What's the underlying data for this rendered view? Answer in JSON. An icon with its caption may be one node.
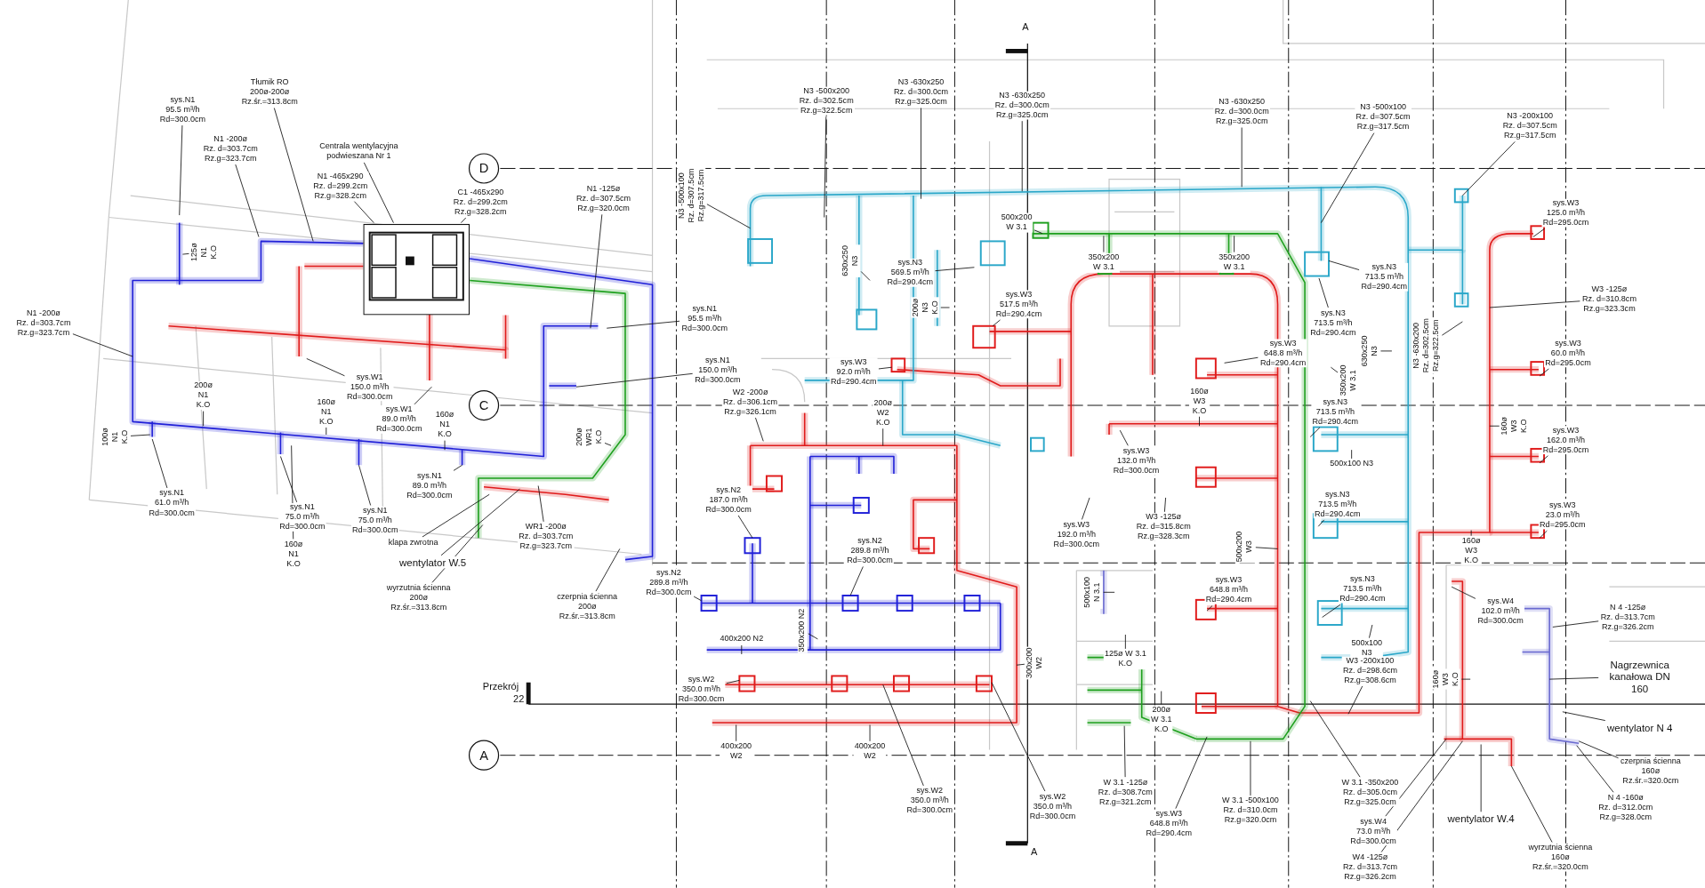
{
  "diagram": {
    "nodes": [
      {
        "text": [
          "Tłumik RO",
          "200ø-200ø",
          "Rz.śr.=313.8cm"
        ]
      },
      {
        "text": [
          "sys.N1",
          "95.5 m³/h",
          "Rd=300.0cm"
        ]
      },
      {
        "text": [
          "N1 -200ø",
          "Rz. d=303.7cm",
          "Rz.g=323.7cm"
        ]
      },
      {
        "text": [
          "Centrala wentylacyjna",
          "podwieszana Nr 1"
        ]
      },
      {
        "text": [
          "N1 -465x290",
          "Rz. d=299.2cm",
          "Rz.g=328.2cm"
        ]
      },
      {
        "text": [
          "C1 -465x290",
          "Rz. d=299.2cm",
          "Rz.g=328.2cm"
        ]
      },
      {
        "text": [
          "N1 -125ø",
          "Rz. d=307.5cm",
          "Rz.g=320.0cm"
        ]
      },
      {
        "text": [
          "125ø",
          "N1",
          "K.O"
        ]
      },
      {
        "text": [
          "N1 -200ø",
          "Rz. d=303.7cm",
          "Rz.g=323.7cm"
        ]
      },
      {
        "text": [
          "sys.N1",
          "95.5 m³/h",
          "Rd=300.0cm"
        ]
      },
      {
        "text": [
          "sys.W1",
          "150.0 m³/h",
          "Rd=300.0cm"
        ]
      },
      {
        "text": [
          "200ø",
          "N1",
          "K.O"
        ]
      },
      {
        "text": [
          "sys.N1",
          "150.0 m³/h",
          "Rd=300.0cm"
        ]
      },
      {
        "text": [
          "160ø",
          "N1",
          "K.O"
        ]
      },
      {
        "text": [
          "sys.W1",
          "89.0 m³/h",
          "Rd=300.0cm"
        ]
      },
      {
        "text": [
          "160ø",
          "N1",
          "K.O"
        ]
      },
      {
        "text": [
          "100ø",
          "N1",
          "K.O"
        ]
      },
      {
        "text": [
          "200ø",
          "WR1",
          "K.O"
        ]
      },
      {
        "text": [
          "sys.N1",
          "61.0 m³/h",
          "Rd=300.0cm"
        ]
      },
      {
        "text": [
          "sys.N1",
          "75.0 m³/h",
          "Rd=300.0cm"
        ]
      },
      {
        "text": [
          "sys.N1",
          "75.0 m³/h",
          "Rd=300.0cm"
        ]
      },
      {
        "text": [
          "sys.N1",
          "89.0 m³/h",
          "Rd=300.0cm"
        ]
      },
      {
        "text": [
          "160ø",
          "N1",
          "K.O"
        ]
      },
      {
        "text": [
          "klapa zwrotna"
        ]
      },
      {
        "text": [
          "WR1 -200ø",
          "Rz. d=303.7cm",
          "Rz.g=323.7cm"
        ]
      },
      {
        "text": [
          "wentylator W.5"
        ]
      },
      {
        "text": [
          "wyrzutnia ścienna",
          "200ø",
          "Rz.śr.=313.8cm"
        ]
      },
      {
        "text": [
          "czerpnia ścienna",
          "200ø",
          "Rz.śr.=313.8cm"
        ]
      },
      {
        "text": [
          "sys.N2",
          "289.8 m³/h",
          "Rd=300.0cm"
        ]
      },
      {
        "text": [
          "D"
        ]
      },
      {
        "text": [
          "C"
        ]
      },
      {
        "text": [
          "A"
        ]
      },
      {
        "text": [
          "N3 -500x200",
          "Rz. d=302.5cm",
          "Rz.g=322.5cm"
        ]
      },
      {
        "text": [
          "N3 -630x250",
          "Rz. d=300.0cm",
          "Rz.g=325.0cm"
        ]
      },
      {
        "text": [
          "N3 -630x250",
          "Rz. d=300.0cm",
          "Rz.g=325.0cm"
        ]
      },
      {
        "text": [
          "N3 -500x100",
          "Rz. d=307.5cm",
          "Rz.g=317.5cm"
        ]
      },
      {
        "text": [
          "630x250",
          "N3"
        ]
      },
      {
        "text": [
          "sys.N3",
          "569.5 m³/h",
          "Rd=290.4cm"
        ]
      },
      {
        "text": [
          "500x200",
          "W 3.1"
        ]
      },
      {
        "text": [
          "200ø",
          "N3",
          "K.O"
        ]
      },
      {
        "text": [
          "350x200",
          "W 3.1"
        ]
      },
      {
        "text": [
          "350x200",
          "W 3.1"
        ]
      },
      {
        "text": [
          "sys.W3",
          "517.5 m³/h",
          "Rd=290.4cm"
        ]
      },
      {
        "text": [
          "sys.W3",
          "92.0 m³/h",
          "Rd=290.4cm"
        ]
      },
      {
        "text": [
          "W2 -200ø",
          "Rz. d=306.1cm",
          "Rz.g=326.1cm"
        ]
      },
      {
        "text": [
          "200ø",
          "W2",
          "K.O"
        ]
      },
      {
        "text": [
          "sys.W3",
          "648.8 m³/h",
          "Rd=290.4cm"
        ]
      },
      {
        "text": [
          "160ø",
          "W3",
          "K.O"
        ]
      },
      {
        "text": [
          "sys.W3",
          "132.0 m³/h",
          "Rd=300.0cm"
        ]
      },
      {
        "text": [
          "sys.N2",
          "187.0 m³/h",
          "Rd=300.0cm"
        ]
      },
      {
        "text": [
          "sys.W3",
          "192.0 m³/h",
          "Rd=300.0cm"
        ]
      },
      {
        "text": [
          "W3 -125ø",
          "Rz. d=315.8cm",
          "Rz.g=328.3cm"
        ]
      },
      {
        "text": [
          "sys.N2",
          "289.8 m³/h",
          "Rd=300.0cm"
        ]
      },
      {
        "text": [
          "500x100",
          "N 3.1"
        ]
      },
      {
        "text": [
          "400x200 N2"
        ]
      },
      {
        "text": [
          "350x200 N2"
        ]
      },
      {
        "text": [
          "sys.W2",
          "350.0 m³/h",
          "Rd=300.0cm"
        ]
      },
      {
        "text": [
          "300x200",
          "W2"
        ]
      },
      {
        "text": [
          "125ø W 3.1",
          "K.O"
        ]
      },
      {
        "text": [
          "200ø",
          "W 3.1",
          "K.O"
        ]
      },
      {
        "text": [
          "400x200",
          "W2"
        ]
      },
      {
        "text": [
          "400x200",
          "W2"
        ]
      },
      {
        "text": [
          "W 3.1 -125ø",
          "Rz. d=308.7cm",
          "Rz.g=321.2cm"
        ]
      },
      {
        "text": [
          "sys.W2",
          "350.0 m³/h",
          "Rd=300.0cm"
        ]
      },
      {
        "text": [
          "sys.W2",
          "350.0 m³/h",
          "Rd=300.0cm"
        ]
      },
      {
        "text": [
          "sys.W3",
          "648.8 m³/h",
          "Rd=290.4cm"
        ]
      },
      {
        "text": [
          "W 3.1 -500x100",
          "Rz. d=310.0cm",
          "Rz.g=320.0cm"
        ]
      },
      {
        "text": [
          "500x200",
          "W3"
        ]
      },
      {
        "text": [
          "sys.W3",
          "648.8 m³/h",
          "Rd=290.4cm"
        ]
      },
      {
        "text": [
          "N3 -630x250",
          "Rz. d=300.0cm",
          "Rz.g=325.0cm"
        ]
      },
      {
        "text": [
          "N3 -500x100",
          "Rz. d=307.5cm",
          "Rz.g=317.5cm"
        ]
      },
      {
        "text": [
          "N3 -200x100",
          "Rz. d=307.5cm",
          "Rz.g=317.5cm"
        ]
      },
      {
        "text": [
          "sys.W3",
          "125.0 m³/h",
          "Rd=295.0cm"
        ]
      },
      {
        "text": [
          "sys.N3",
          "713.5 m³/h",
          "Rd=290.4cm"
        ]
      },
      {
        "text": [
          "W3 -125ø",
          "Rz. d=310.8cm",
          "Rz.g=323.3cm"
        ]
      },
      {
        "text": [
          "sys.N3",
          "713.5 m³/h",
          "Rd=290.4cm"
        ]
      },
      {
        "text": [
          "630x250",
          "N3"
        ]
      },
      {
        "text": [
          "N3 -630x200",
          "Rz. d=302.5cm",
          "Rz.g=322.5cm"
        ]
      },
      {
        "text": [
          "350x200",
          "W 3.1"
        ]
      },
      {
        "text": [
          "sys.W3",
          "60.0 m³/h",
          "Rd=295.0cm"
        ]
      },
      {
        "text": [
          "sys.N3",
          "713.5 m³/h",
          "Rd=290.4cm"
        ]
      },
      {
        "text": [
          "500x100 N3"
        ]
      },
      {
        "text": [
          "160ø",
          "W3",
          "K.O"
        ]
      },
      {
        "text": [
          "sys.W3",
          "162.0 m³/h",
          "Rd=295.0cm"
        ]
      },
      {
        "text": [
          "sys.N3",
          "713.5 m³/h",
          "Rd=290.4cm"
        ]
      },
      {
        "text": [
          "sys.W3",
          "23.0 m³/h",
          "Rd=295.0cm"
        ]
      },
      {
        "text": [
          "160ø",
          "W3",
          "K.O"
        ]
      },
      {
        "text": [
          "sys.N3",
          "713.5 m³/h",
          "Rd=290.4cm"
        ]
      },
      {
        "text": [
          "500x100",
          "N3"
        ]
      },
      {
        "text": [
          "W3 -200x100",
          "Rz. d=298.6cm",
          "Rz.g=308.6cm"
        ]
      },
      {
        "text": [
          "sys.W4",
          "102.0 m³/h",
          "Rd=300.0cm"
        ]
      },
      {
        "text": [
          "N 4 -125ø",
          "Rz. d=313.7cm",
          "Rz.g=326.2cm"
        ]
      },
      {
        "text": [
          "160ø",
          "W3",
          "K.O"
        ]
      },
      {
        "text": [
          "Nagrzewnica kanałowa DN 160"
        ]
      },
      {
        "text": [
          "wentylator N 4"
        ]
      },
      {
        "text": [
          "czerpnia ścienna",
          "160ø",
          "Rz.śr.=320.0cm"
        ]
      },
      {
        "text": [
          "N 4 -160ø",
          "Rz. d=312.0cm",
          "Rz.g=328.0cm"
        ]
      },
      {
        "text": [
          "W 3.1 -350x200",
          "Rz. d=305.0cm",
          "Rz.g=325.0cm"
        ]
      },
      {
        "text": [
          "sys.W4",
          "73.0 m³/h",
          "Rd=300.0cm"
        ]
      },
      {
        "text": [
          "wentylator W.4"
        ]
      },
      {
        "text": [
          "W4 -125ø",
          "Rz. d=313.7cm",
          "Rz.g=326.2cm"
        ]
      },
      {
        "text": [
          "wyrzutnia ścienna",
          "160ø",
          "Rz.śr.=320.0cm"
        ]
      },
      {
        "text": [],
        "shape": "box"
      }
    ],
    "edges": [
      {
        "from": 0,
        "to": null,
        "arrow": "none"
      },
      {
        "from": 1,
        "to": null,
        "arrow": "none"
      },
      {
        "from": 2,
        "to": null,
        "arrow": "none"
      },
      {
        "from": 3,
        "to": 102,
        "arrow": "none"
      },
      {
        "from": 4,
        "to": 102,
        "arrow": "none"
      },
      {
        "from": 5,
        "to": 102,
        "arrow": "none"
      },
      {
        "from": 6,
        "to": null,
        "arrow": "none"
      },
      {
        "from": 7,
        "to": null,
        "arrow": "none"
      },
      {
        "from": 8,
        "to": null,
        "arrow": "none"
      },
      {
        "from": 9,
        "to": null,
        "arrow": "none"
      },
      {
        "from": 10,
        "to": null,
        "arrow": "none"
      },
      {
        "from": 11,
        "to": null,
        "arrow": "none"
      },
      {
        "from": 12,
        "to": null,
        "arrow": "none"
      },
      {
        "from": 13,
        "to": null,
        "arrow": "none"
      },
      {
        "from": 14,
        "to": null,
        "arrow": "none"
      },
      {
        "from": 15,
        "to": null,
        "arrow": "none"
      },
      {
        "from": 16,
        "to": null,
        "arrow": "none"
      },
      {
        "from": 17,
        "to": null,
        "arrow": "none"
      },
      {
        "from": 18,
        "to": null,
        "arrow": "none"
      },
      {
        "from": 19,
        "to": null,
        "arrow": "none"
      },
      {
        "from": 20,
        "to": null,
        "arrow": "none"
      },
      {
        "from": 21,
        "to": null,
        "arrow": "none"
      },
      {
        "from": 22,
        "to": null,
        "arrow": "none"
      },
      {
        "from": 23,
        "to": null,
        "arrow": "none"
      },
      {
        "from": 24,
        "to": null,
        "arrow": "none"
      },
      {
        "from": 25,
        "to": null,
        "arrow": "none"
      },
      {
        "from": 26,
        "to": null,
        "arrow": "none"
      },
      {
        "from": 27,
        "to": null,
        "arrow": "none"
      },
      {
        "from": 28,
        "to": null,
        "arrow": "none"
      },
      {
        "from": 32,
        "to": null,
        "arrow": "none"
      },
      {
        "from": 33,
        "to": null,
        "arrow": "none"
      },
      {
        "from": 34,
        "to": null,
        "arrow": "none"
      },
      {
        "from": 35,
        "to": null,
        "arrow": "none"
      },
      {
        "from": 36,
        "to": null,
        "arrow": "none"
      },
      {
        "from": 37,
        "to": null,
        "arrow": "none"
      },
      {
        "from": 38,
        "to": null,
        "arrow": "none"
      },
      {
        "from": 39,
        "to": null,
        "arrow": "none"
      },
      {
        "from": 40,
        "to": null,
        "arrow": "none"
      },
      {
        "from": 41,
        "to": null,
        "arrow": "none"
      },
      {
        "from": 42,
        "to": null,
        "arrow": "none"
      },
      {
        "from": 43,
        "to": null,
        "arrow": "none"
      },
      {
        "from": 44,
        "to": null,
        "arrow": "none"
      },
      {
        "from": 45,
        "to": null,
        "arrow": "none"
      },
      {
        "from": 46,
        "to": null,
        "arrow": "none"
      },
      {
        "from": 47,
        "to": null,
        "arrow": "none"
      },
      {
        "from": 48,
        "to": null,
        "arrow": "none"
      },
      {
        "from": 49,
        "to": null,
        "arrow": "none"
      },
      {
        "from": 50,
        "to": null,
        "arrow": "none"
      },
      {
        "from": 51,
        "to": null,
        "arrow": "none"
      },
      {
        "from": 52,
        "to": null,
        "arrow": "none"
      },
      {
        "from": 53,
        "to": null,
        "arrow": "none"
      },
      {
        "from": 54,
        "to": null,
        "arrow": "none"
      },
      {
        "from": 55,
        "to": null,
        "arrow": "none"
      },
      {
        "from": 56,
        "to": null,
        "arrow": "none"
      },
      {
        "from": 57,
        "to": null,
        "arrow": "none"
      },
      {
        "from": 58,
        "to": null,
        "arrow": "none"
      },
      {
        "from": 59,
        "to": null,
        "arrow": "none"
      },
      {
        "from": 60,
        "to": null,
        "arrow": "none"
      },
      {
        "from": 61,
        "to": null,
        "arrow": "none"
      },
      {
        "from": 62,
        "to": null,
        "arrow": "none"
      },
      {
        "from": 63,
        "to": null,
        "arrow": "none"
      },
      {
        "from": 64,
        "to": null,
        "arrow": "none"
      },
      {
        "from": 65,
        "to": null,
        "arrow": "none"
      },
      {
        "from": 66,
        "to": null,
        "arrow": "none"
      },
      {
        "from": 67,
        "to": null,
        "arrow": "none"
      },
      {
        "from": 68,
        "to": null,
        "arrow": "none"
      },
      {
        "from": 69,
        "to": null,
        "arrow": "none"
      },
      {
        "from": 70,
        "to": null,
        "arrow": "none"
      },
      {
        "from": 71,
        "to": null,
        "arrow": "none"
      },
      {
        "from": 72,
        "to": null,
        "arrow": "none"
      },
      {
        "from": 73,
        "to": null,
        "arrow": "none"
      },
      {
        "from": 74,
        "to": null,
        "arrow": "none"
      },
      {
        "from": 75,
        "to": null,
        "arrow": "none"
      },
      {
        "from": 76,
        "to": null,
        "arrow": "none"
      },
      {
        "from": 77,
        "to": null,
        "arrow": "none"
      },
      {
        "from": 78,
        "to": null,
        "arrow": "none"
      },
      {
        "from": 79,
        "to": null,
        "arrow": "none"
      },
      {
        "from": 80,
        "to": null,
        "arrow": "none"
      },
      {
        "from": 81,
        "to": null,
        "arrow": "none"
      },
      {
        "from": 82,
        "to": null,
        "arrow": "none"
      },
      {
        "from": 83,
        "to": null,
        "arrow": "none"
      },
      {
        "from": 84,
        "to": null,
        "arrow": "none"
      },
      {
        "from": 85,
        "to": null,
        "arrow": "none"
      },
      {
        "from": 86,
        "to": null,
        "arrow": "none"
      },
      {
        "from": 87,
        "to": null,
        "arrow": "none"
      },
      {
        "from": 88,
        "to": null,
        "arrow": "none"
      },
      {
        "from": 89,
        "to": null,
        "arrow": "none"
      },
      {
        "from": 90,
        "to": null,
        "arrow": "none"
      },
      {
        "from": 91,
        "to": null,
        "arrow": "none"
      },
      {
        "from": 92,
        "to": null,
        "arrow": "none"
      },
      {
        "from": 93,
        "to": null,
        "arrow": "none"
      },
      {
        "from": 94,
        "to": null,
        "arrow": "none"
      },
      {
        "from": 95,
        "to": null,
        "arrow": "none"
      },
      {
        "from": 96,
        "to": null,
        "arrow": "none"
      },
      {
        "from": 97,
        "to": null,
        "arrow": "none"
      },
      {
        "from": 98,
        "to": null,
        "arrow": "none"
      },
      {
        "from": 99,
        "to": null,
        "arrow": "none"
      },
      {
        "from": 100,
        "to": null,
        "arrow": "none"
      },
      {
        "from": 101,
        "to": null,
        "arrow": "none"
      }
    ],
    "labels": [
      "A",
      "Przekrój",
      "22",
      "A"
    ]
  }
}
